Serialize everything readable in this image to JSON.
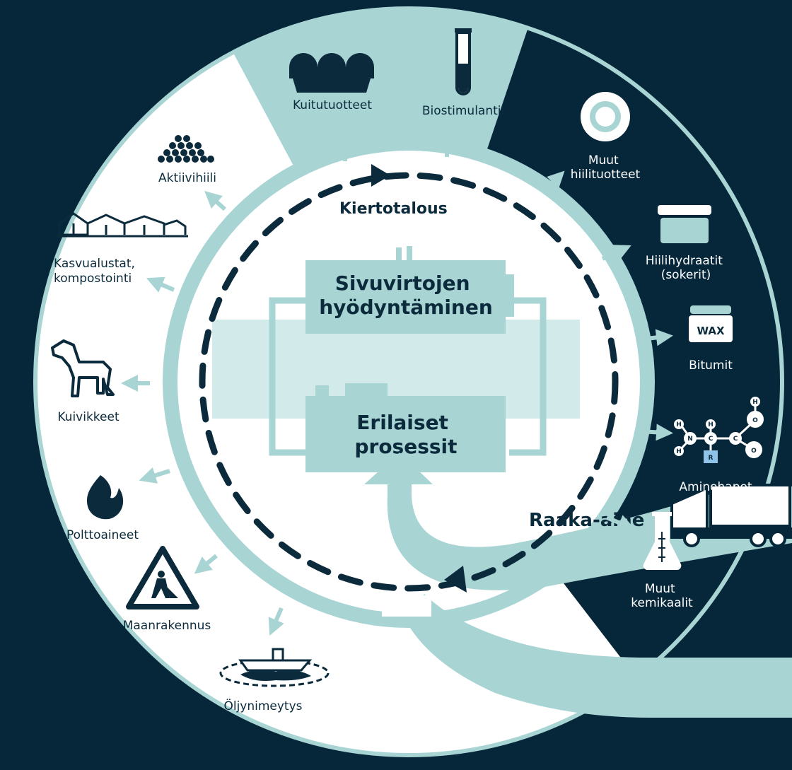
{
  "center": {
    "cycle_label": "Kiertotalous",
    "box_top": [
      "Sivuvirtojen",
      "hyödyntäminen"
    ],
    "box_bottom": [
      "Erilaiset",
      "prosessit"
    ]
  },
  "input": {
    "label": "Raaka-aine",
    "icon": "truck-icon"
  },
  "colors": {
    "background": "#06263a",
    "light": "#a8d4d4",
    "white": "#ffffff",
    "dark_text": "#0b2b3d"
  },
  "products": {
    "top": [
      {
        "lines": [
          "Kuitutuotteet"
        ],
        "icon": "egg-carton-icon"
      },
      {
        "lines": [
          "Biostimulantit"
        ],
        "icon": "test-tube-icon"
      }
    ],
    "right": [
      {
        "lines": [
          "Muut",
          "hiilituotteet"
        ],
        "icon": "carbon-disc-icon"
      },
      {
        "lines": [
          "Hiilihydraatit",
          "(sokerit)"
        ],
        "icon": "jar-icon"
      },
      {
        "lines": [
          "Bitumit"
        ],
        "icon": "wax-jar-icon",
        "badge": "WAX"
      },
      {
        "lines": [
          "Aminohapot"
        ],
        "icon": "amino-acid-molecule-icon",
        "atoms": [
          "H",
          "N",
          "H",
          "C",
          "H",
          "R",
          "C",
          "O",
          "O",
          "H"
        ]
      },
      {
        "lines": [
          "Muut",
          "kemikaalit"
        ],
        "icon": "flask-icon"
      }
    ],
    "left": [
      {
        "lines": [
          "Aktiivihiili"
        ],
        "icon": "activated-carbon-pile-icon"
      },
      {
        "lines": [
          "Kasvualustat,",
          "kompostointi"
        ],
        "icon": "greenhouse-icon"
      },
      {
        "lines": [
          "Kuivikkeet"
        ],
        "icon": "horse-icon"
      },
      {
        "lines": [
          "Polttoaineet"
        ],
        "icon": "flame-icon"
      },
      {
        "lines": [
          "Maanrakennus"
        ],
        "icon": "road-works-sign-icon"
      },
      {
        "lines": [
          "Öljynimeytys"
        ],
        "icon": "oil-spill-boat-icon"
      }
    ]
  }
}
